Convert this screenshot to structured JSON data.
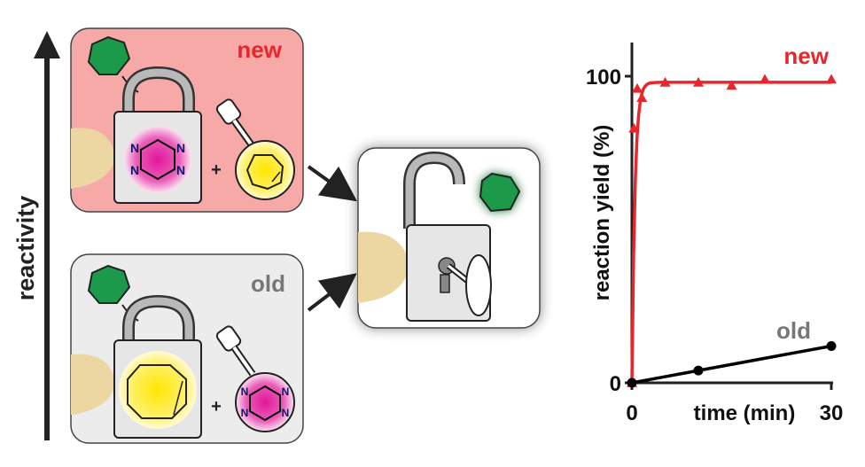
{
  "left_axis": {
    "label": "reactivity"
  },
  "panels": {
    "new": {
      "label": "new",
      "lock_atoms": [
        "N",
        "N",
        "N",
        "N"
      ],
      "plus": "+"
    },
    "old": {
      "label": "old",
      "key_atoms": [
        "N",
        "N",
        "N",
        "N"
      ],
      "plus": "+"
    }
  },
  "colors": {
    "new": "#e8262b",
    "old": "#000000",
    "old_label": "#777777",
    "new_panel_bg": "#f6a9a7",
    "old_panel_bg": "#ececec",
    "green_tag": "#1a9a4a",
    "tetrazine": "#e12a9f",
    "cyclooctene": "#ffe84a",
    "surface": "#ecd7a3"
  },
  "chart_data": {
    "type": "line",
    "xlabel": "time (min)",
    "ylabel": "reaction yield (%)",
    "x_ticks": [
      "0",
      "30"
    ],
    "y_ticks": [
      "0",
      "100"
    ],
    "xlim": [
      0,
      30
    ],
    "ylim": [
      0,
      100
    ],
    "series": [
      {
        "name": "new",
        "marker": "triangle",
        "color": "#e8262b",
        "x": [
          0,
          0.3,
          0.8,
          1.5,
          5,
          10,
          15,
          20,
          30
        ],
        "y": [
          0,
          83,
          96,
          93,
          98,
          98,
          97,
          99,
          99
        ],
        "fit": "rapid"
      },
      {
        "name": "old",
        "marker": "circle",
        "color": "#000000",
        "x": [
          0,
          10,
          30
        ],
        "y": [
          0,
          4,
          12
        ],
        "fit": "linear"
      }
    ]
  }
}
